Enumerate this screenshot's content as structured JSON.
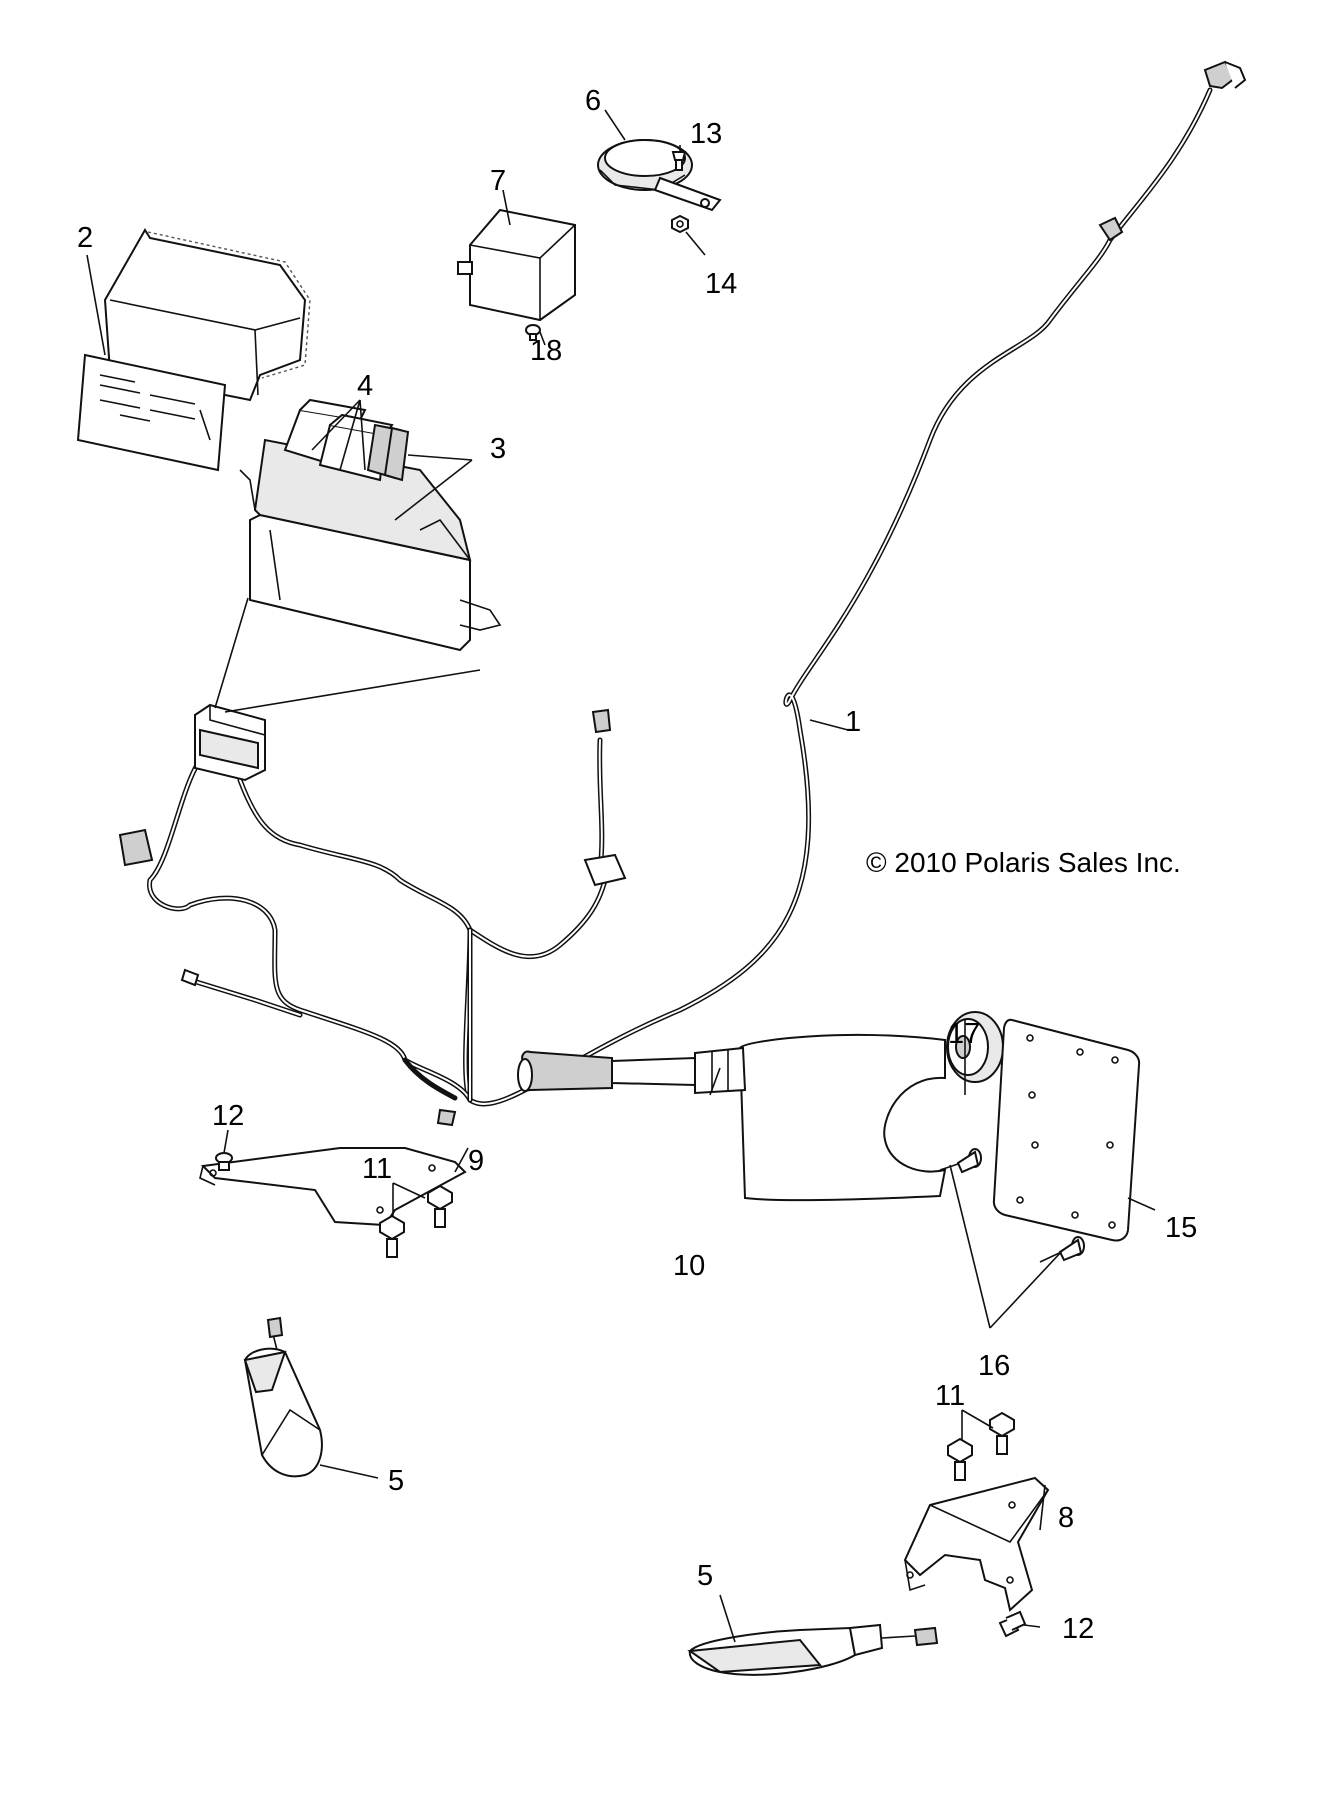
{
  "copyright": "© 2010 Polaris Sales Inc.",
  "callouts": [
    {
      "id": "c1",
      "text": "1"
    },
    {
      "id": "c2",
      "text": "2"
    },
    {
      "id": "c3",
      "text": "3"
    },
    {
      "id": "c4",
      "text": "4"
    },
    {
      "id": "c5a",
      "text": "5"
    },
    {
      "id": "c5b",
      "text": "5"
    },
    {
      "id": "c6",
      "text": "6"
    },
    {
      "id": "c7",
      "text": "7"
    },
    {
      "id": "c8",
      "text": "8"
    },
    {
      "id": "c9",
      "text": "9"
    },
    {
      "id": "c10",
      "text": "10"
    },
    {
      "id": "c11a",
      "text": "11"
    },
    {
      "id": "c11b",
      "text": "11"
    },
    {
      "id": "c12a",
      "text": "12"
    },
    {
      "id": "c12b",
      "text": "12"
    },
    {
      "id": "c13",
      "text": "13"
    },
    {
      "id": "c14",
      "text": "14"
    },
    {
      "id": "c15",
      "text": "15"
    },
    {
      "id": "c16",
      "text": "16"
    },
    {
      "id": "c17",
      "text": "17"
    },
    {
      "id": "c18",
      "text": "18"
    }
  ]
}
